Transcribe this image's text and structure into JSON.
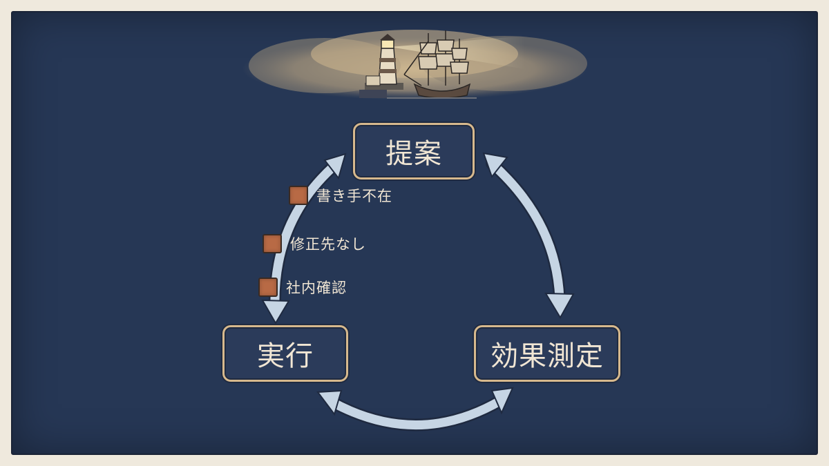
{
  "nodes": {
    "proposal": "提案",
    "execution": "実行",
    "measure": "効果測定"
  },
  "obstacles": [
    "書き手不在",
    "修正先なし",
    "社内確認"
  ],
  "colors": {
    "background_panel": "#263755",
    "node_border": "#d7b98d",
    "node_text": "#f1e6d4",
    "arrow": "#c6d5e4",
    "obstacle_fill": "#b86a45",
    "paper": "#efe9dd"
  },
  "icons": [
    "lighthouse-illustration",
    "sailing-ship-illustration",
    "cloud-illustration"
  ]
}
